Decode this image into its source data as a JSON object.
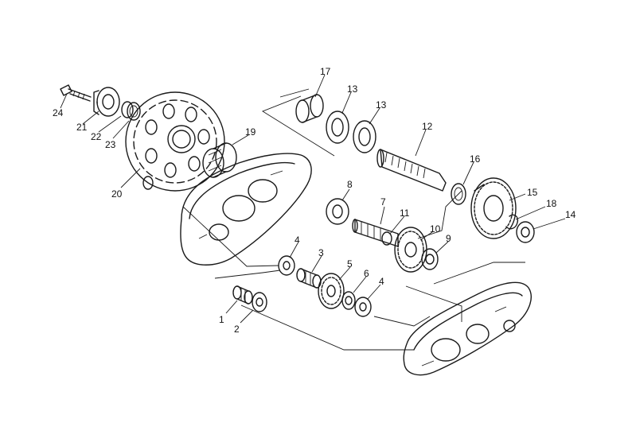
{
  "diagram": {
    "callouts": [
      "1",
      "2",
      "3",
      "4",
      "4",
      "5",
      "6",
      "7",
      "8",
      "9",
      "10",
      "11",
      "12",
      "13",
      "13",
      "14",
      "15",
      "16",
      "17",
      "18",
      "19",
      "20",
      "21",
      "22",
      "23",
      "24"
    ]
  }
}
